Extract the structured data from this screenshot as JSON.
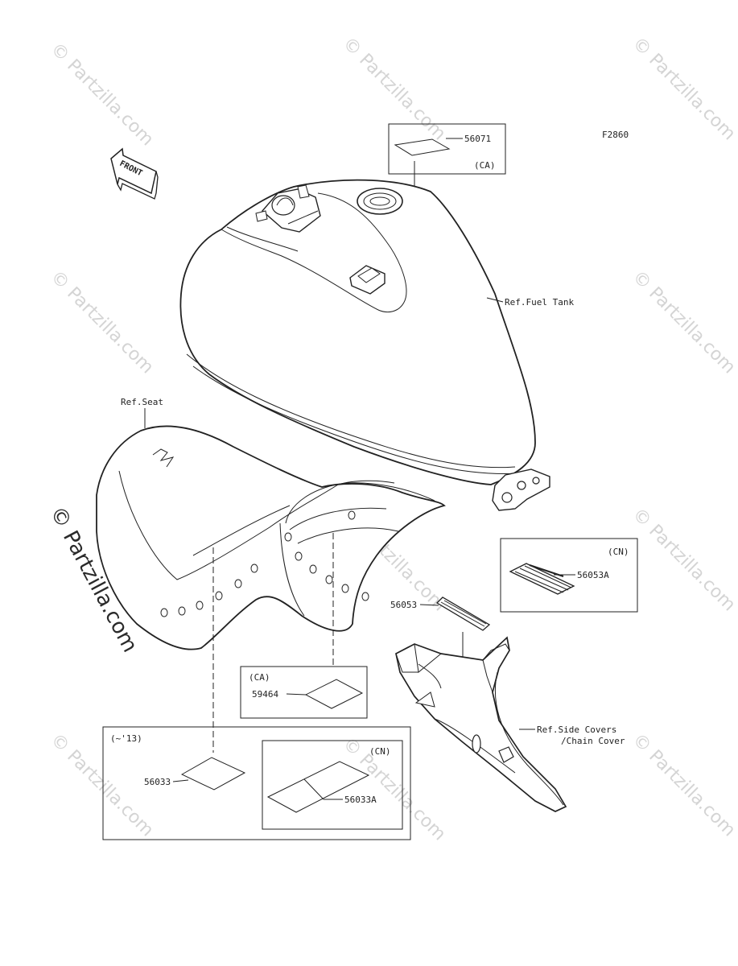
{
  "diagram_code": "F2860",
  "front_label": "FRONT",
  "watermark": "© Partzilla.com",
  "refs": {
    "fuel_tank": "Ref.Fuel Tank",
    "seat": "Ref.Seat",
    "side_covers_1": "Ref.Side Covers",
    "side_covers_2": "/Chain Cover"
  },
  "parts": {
    "p56071": "56071",
    "p56053A": "56053A",
    "p56053": "56053",
    "p59464": "59464",
    "p56033": "56033",
    "p56033A": "56033A"
  },
  "boxes": {
    "ca": "(CA)",
    "cn": "(CN)",
    "year": "(~'13)"
  }
}
